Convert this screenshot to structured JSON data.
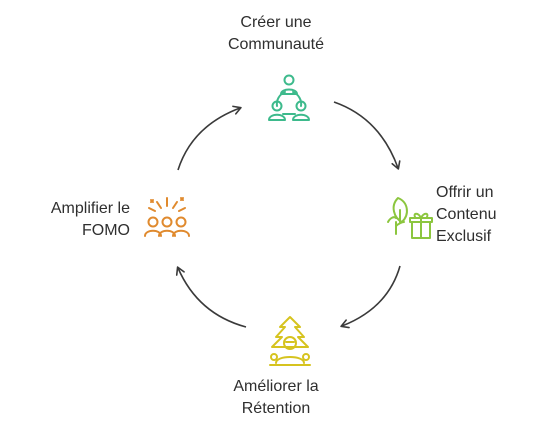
{
  "diagram": {
    "steps": [
      {
        "id": "community",
        "line1": "Créer une",
        "line2": "Communauté",
        "icon": "community-icon",
        "color": "#3dba8c"
      },
      {
        "id": "content",
        "line1": "Offrir un",
        "line2": "Contenu",
        "line3": "Exclusif",
        "icon": "plant-gift-icon",
        "color": "#8cc63f"
      },
      {
        "id": "retention",
        "line1": "Améliorer la",
        "line2": "Rétention",
        "icon": "growth-tree-icon",
        "color": "#d6c31f"
      },
      {
        "id": "fomo",
        "line1": "Amplifier le",
        "line2": "FOMO",
        "icon": "celebration-crowd-icon",
        "color": "#e08a2e"
      }
    ],
    "arrow_color": "#3a3a3a"
  }
}
